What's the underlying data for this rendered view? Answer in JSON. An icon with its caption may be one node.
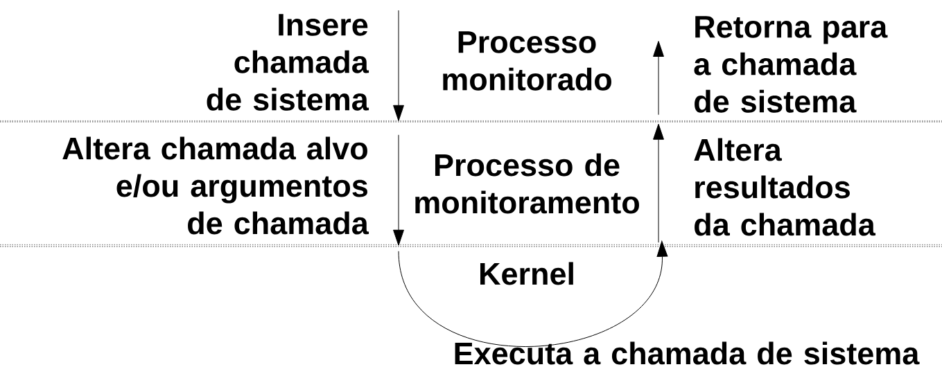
{
  "diagram": {
    "nodes": [
      {
        "text": [
          "Processo monitorado"
        ]
      },
      {
        "text": [
          "Processo de monitoramento"
        ]
      },
      {
        "text": [
          "Kernel"
        ]
      }
    ],
    "edges": [
      {
        "from": null,
        "to": 1,
        "arrow": "to",
        "label": "Insere chamada de sistema"
      },
      {
        "from": 1,
        "to": 2,
        "arrow": "to",
        "label": "Altera chamada alvo e/ou argumentos de chamada"
      },
      {
        "from": 2,
        "to": 2,
        "arrow": "to",
        "label": "Executa a chamada de sistema"
      },
      {
        "from": 1,
        "to": 0,
        "arrow": "to",
        "label": "Altera resultados da chamada"
      },
      {
        "from": 0,
        "to": null,
        "arrow": "to",
        "label": "Retorna para a chamada de sistema"
      }
    ]
  }
}
